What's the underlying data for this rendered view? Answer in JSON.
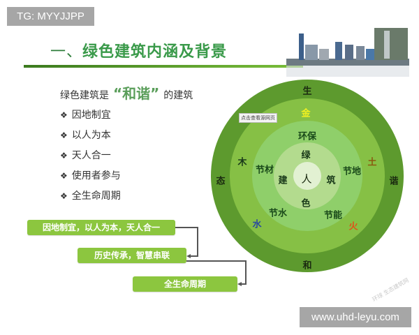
{
  "badge": {
    "text": "TG: MYYJJPP"
  },
  "header": {
    "number": "一、",
    "title": "绿色建筑内涵及背景"
  },
  "intro": {
    "prefix": "绿色建筑是",
    "highlight": "“和谐”",
    "suffix": "的建筑"
  },
  "bullets": [
    {
      "marker": "❖",
      "text": "因地制宜"
    },
    {
      "marker": "❖",
      "text": "以人为本"
    },
    {
      "marker": "❖",
      "text": "天人合一"
    },
    {
      "marker": "❖",
      "text": "使用者参与"
    },
    {
      "marker": "❖",
      "text": "全生命周期"
    }
  ],
  "flow": [
    {
      "text": "因地制宜，以人为本，天人合一"
    },
    {
      "text": "历史传承，智慧串联"
    },
    {
      "text": "全生命周期"
    }
  ],
  "diagram": {
    "colors": {
      "ring1": "#5d9a2e",
      "ring2": "#86c045",
      "ring3": "#8fcf6a",
      "ring4": "#b3db8e",
      "center": "#e2f1d2"
    },
    "outer_ring": [
      "生",
      "谐",
      "和",
      "态"
    ],
    "elements": {
      "metal": "金",
      "earth": "土",
      "fire": "火",
      "water": "水",
      "wood": "木"
    },
    "element_colors": {
      "metal": "#f0f020",
      "earth": "#8a5a10",
      "fire": "#e0501a",
      "water": "#2a4aa0",
      "wood": "#1a3a1a"
    },
    "savings": {
      "top": "环保",
      "right": "节地",
      "bottom_right": "节能",
      "bottom_left": "节水",
      "left": "节材"
    },
    "inner": {
      "top": "绿",
      "right": "筑",
      "bottom": "色",
      "left": "建"
    },
    "center": "人"
  },
  "tooltip": {
    "text": "点击查看源网页"
  },
  "watermark": {
    "url": "www.uhd-leyu.com",
    "faint": "环球 生态建筑网"
  }
}
